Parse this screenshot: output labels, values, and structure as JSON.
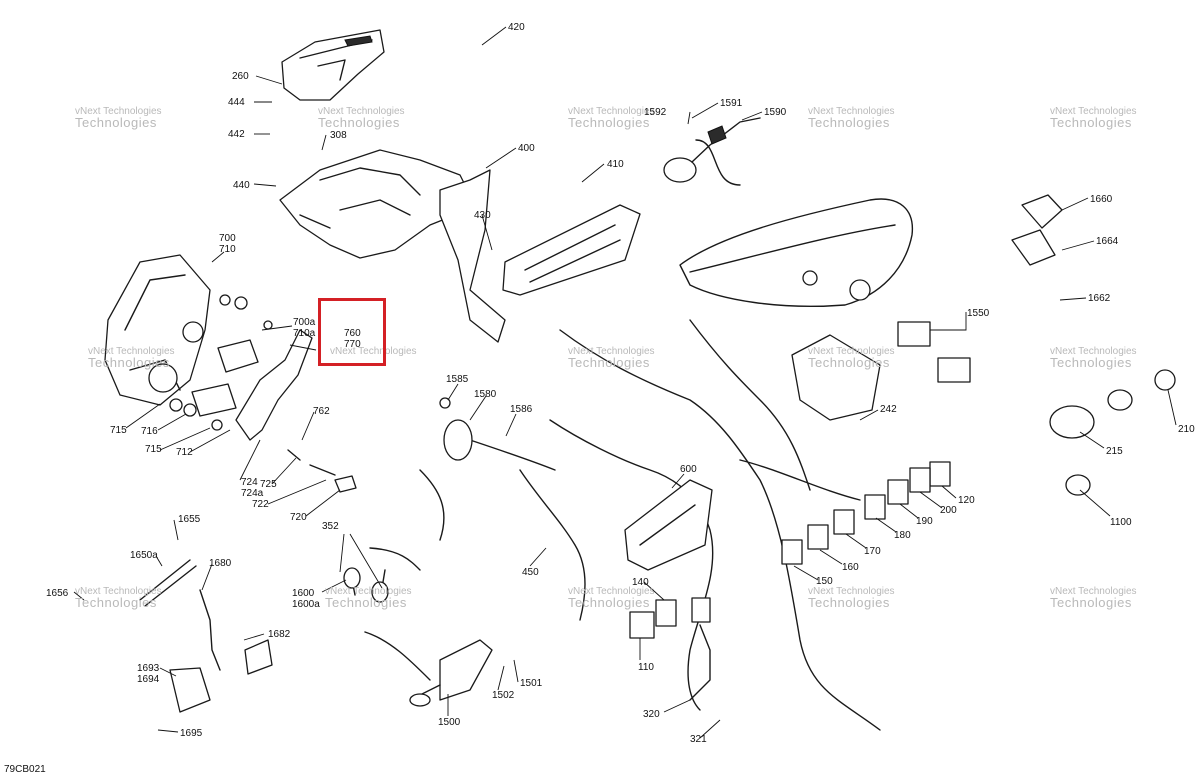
{
  "figure_code": "79CB021",
  "watermark": {
    "line1": "vNext Technologies",
    "line2": "Technologies"
  },
  "highlight_color": "#d42025",
  "callouts": {
    "c420": "420",
    "c260": "260",
    "c444": "444",
    "c442": "442",
    "c308": "308",
    "c440": "440",
    "c400": "400",
    "c410": "410",
    "c430": "430",
    "c700": "700\n710",
    "c700a": "700a\n710a",
    "c760": "760\n770",
    "c762": "762",
    "c715a": "715",
    "c716": "716",
    "c715b": "715",
    "c712": "712",
    "c724": "724\n724a",
    "c725": "725",
    "c722": "722",
    "c720": "720",
    "c1592": "1592",
    "c1591": "1591",
    "c1590": "1590",
    "c1660": "1660",
    "c1664": "1664",
    "c1662": "1662",
    "c1550": "1550",
    "c242": "242",
    "c210": "210",
    "c215": "215",
    "c1100": "1100",
    "c1585": "1585",
    "c1580": "1580",
    "c1586": "1586",
    "c600": "600",
    "c120": "120",
    "c200": "200",
    "c190": "190",
    "c180": "180",
    "c170": "170",
    "c160": "160",
    "c150": "150",
    "c450": "450",
    "c140": "140",
    "c110": "110",
    "c320": "320",
    "c321": "321",
    "c1655": "1655",
    "c1650a": "1650a",
    "c1656": "1656",
    "c1680": "1680",
    "c352": "352",
    "c1600": "1600\n1600a",
    "c1682": "1682",
    "c1693": "1693\n1694",
    "c1695": "1695",
    "c1500": "1500",
    "c1502": "1502",
    "c1501": "1501"
  }
}
